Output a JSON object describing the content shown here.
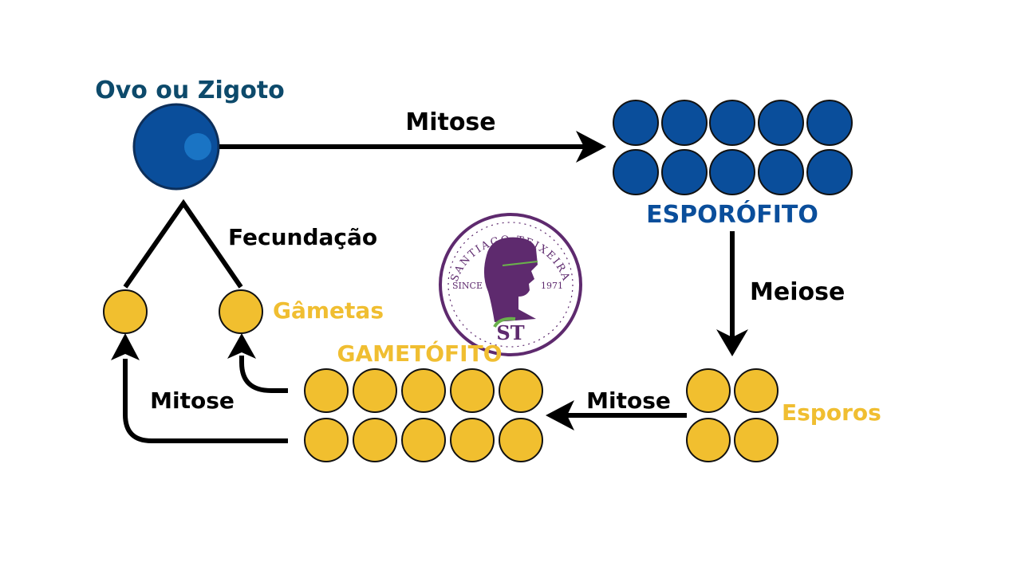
{
  "colors": {
    "blue_cell": "#0a4e9b",
    "blue_highlight": "#1a74c4",
    "yellow_cell": "#f1bf2f",
    "arrow": "#000000",
    "zygote_title": "#0d4a6b",
    "sporophyte_title": "#0a4e9b",
    "yellow_text": "#f0be31",
    "logo_purple": "#5e2a6e",
    "logo_green": "#6ab04c"
  },
  "labels": {
    "zygote": "Ovo ou Zigoto",
    "mitosis_top": "Mitose",
    "sporophyte": "ESPORÓFITO",
    "meiosis": "Meiose",
    "fertilization": "Fecundação",
    "gametes": "Gâmetas",
    "gametophyte": "GAMETÓFITO",
    "mitosis_left": "Mitose",
    "mitosis_bottom": "Mitose",
    "spores": "Esporos"
  },
  "logo": {
    "top_text": "SANTIAGO TEIXEIRA",
    "since": "SINCE",
    "year": "1971",
    "initials": "ST",
    "icon": "profile-silhouette-icon"
  }
}
